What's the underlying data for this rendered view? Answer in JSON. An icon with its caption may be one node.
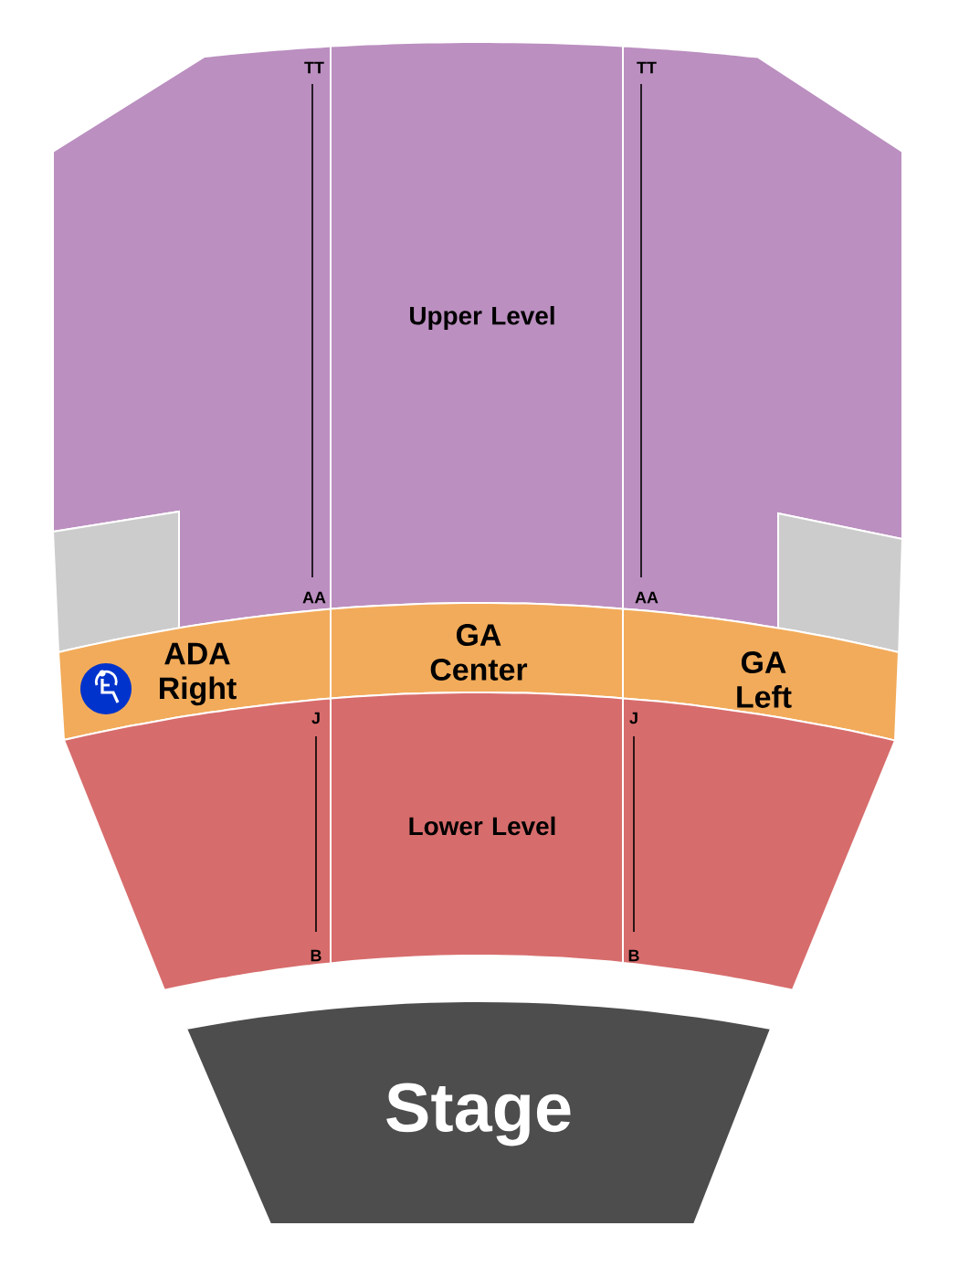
{
  "diagram": {
    "nodes": [
      {
        "text": [],
        "shape": "box"
      },
      {
        "text": [
          "Upper Level"
        ]
      },
      {
        "text": [],
        "shape": "box"
      },
      {
        "text": [],
        "shape": "box"
      },
      {
        "text": [],
        "shape": "box"
      },
      {
        "text": [
          "ADA Right"
        ]
      },
      {
        "text": [
          "GA Center"
        ]
      },
      {
        "text": [
          "GA Left"
        ]
      },
      {
        "text": [],
        "shape": "box"
      },
      {
        "text": [
          "Lower Level"
        ]
      },
      {
        "text": [],
        "shape": "box"
      },
      {
        "text": [
          "Stage"
        ]
      }
    ],
    "labels": [
      "TT",
      "TT",
      "AA",
      "AA",
      "J",
      "J",
      "B",
      "B"
    ]
  }
}
